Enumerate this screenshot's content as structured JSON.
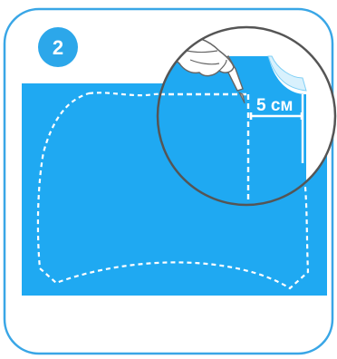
{
  "step": {
    "number": "2"
  },
  "measurement": {
    "label": "5 см"
  },
  "colors": {
    "frame_border": "#39a6e6",
    "badge": "#2ca7ea",
    "sheet": "#1fa9f2",
    "cut_line": "#ffffff",
    "magnifier_ring": "#555555",
    "peeled_corner": "#d8f1fd"
  },
  "icons": {
    "hand": "hand-with-cutter-icon",
    "cut_outline": "dashed-cut-outline"
  }
}
